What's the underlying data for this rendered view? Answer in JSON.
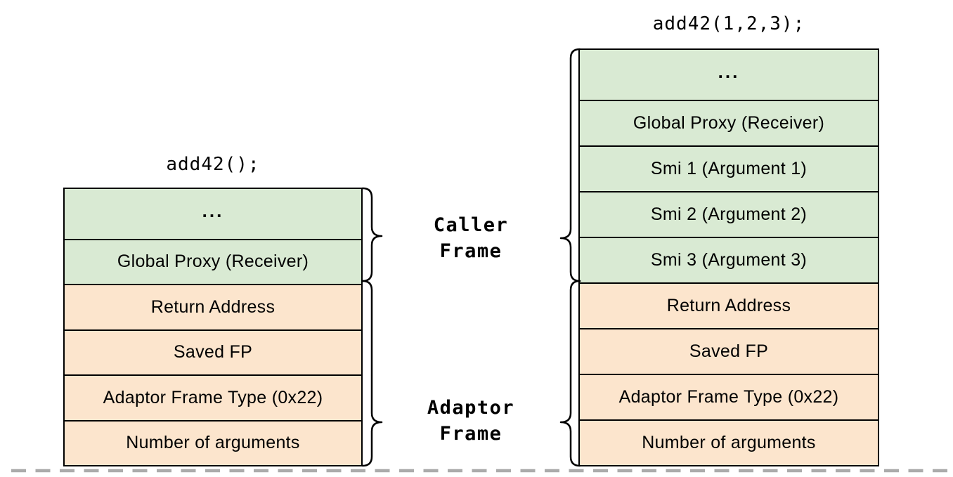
{
  "colors": {
    "caller_fill": "#d9ead3",
    "adaptor_fill": "#fce5cd",
    "stroke": "#000000",
    "dashed_line": "#ababab",
    "background": "#ffffff",
    "text": "#000000"
  },
  "left_stack": {
    "title": "add42();",
    "rows": [
      {
        "label": "...",
        "frame": "caller"
      },
      {
        "label": "Global Proxy (Receiver)",
        "frame": "caller"
      },
      {
        "label": "Return Address",
        "frame": "adaptor"
      },
      {
        "label": "Saved FP",
        "frame": "adaptor"
      },
      {
        "label": "Adaptor Frame Type (0x22)",
        "frame": "adaptor"
      },
      {
        "label": "Number of arguments",
        "frame": "adaptor"
      }
    ]
  },
  "right_stack": {
    "title": "add42(1,2,3);",
    "rows": [
      {
        "label": "...",
        "frame": "caller"
      },
      {
        "label": "Global Proxy (Receiver)",
        "frame": "caller"
      },
      {
        "label": "Smi 1 (Argument 1)",
        "frame": "caller"
      },
      {
        "label": "Smi 2 (Argument 2)",
        "frame": "caller"
      },
      {
        "label": "Smi 3 (Argument 3)",
        "frame": "caller"
      },
      {
        "label": "Return Address",
        "frame": "adaptor"
      },
      {
        "label": "Saved FP",
        "frame": "adaptor"
      },
      {
        "label": "Adaptor Frame Type (0x22)",
        "frame": "adaptor"
      },
      {
        "label": "Number of arguments",
        "frame": "adaptor"
      }
    ]
  },
  "frame_labels": {
    "caller": "Caller Frame",
    "adaptor": "Adaptor Frame"
  }
}
